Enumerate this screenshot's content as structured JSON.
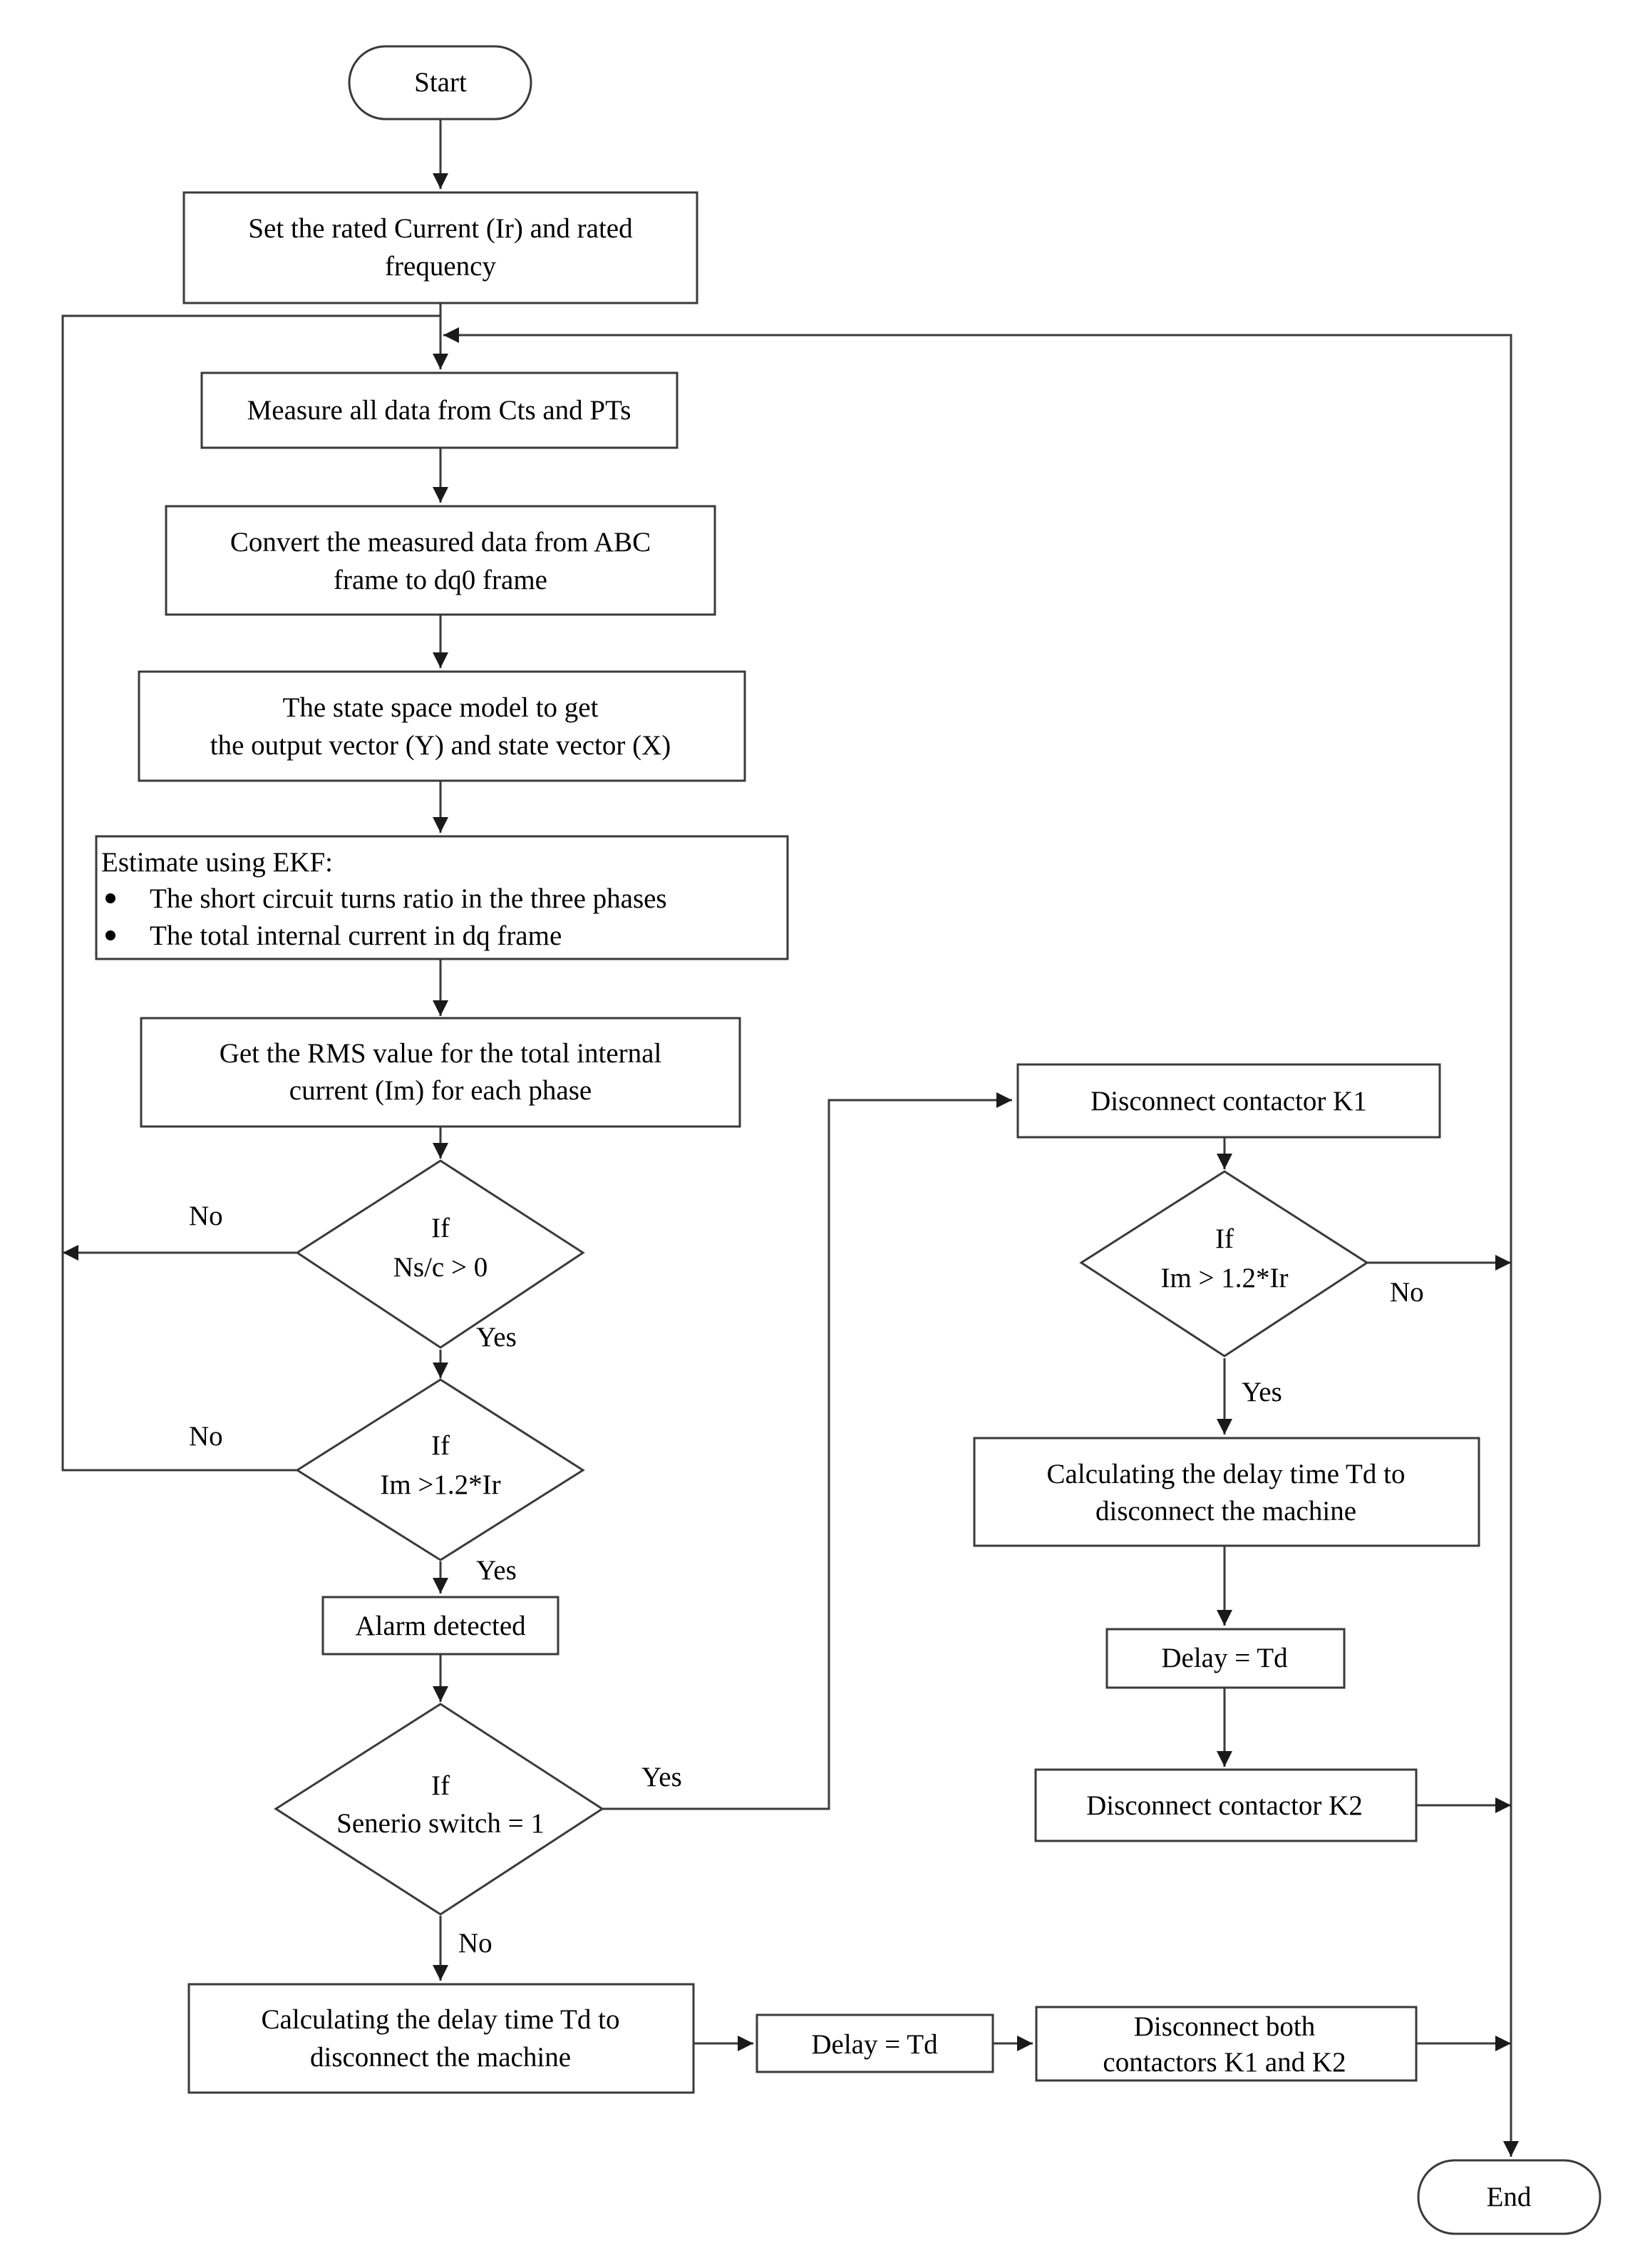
{
  "nodes": {
    "start": "Start",
    "set_rated": [
      "Set the rated Current (Ir) and rated",
      "frequency"
    ],
    "measure": "Measure all data from Cts and PTs",
    "convert": [
      "Convert the measured data from ABC",
      "frame to dq0 frame"
    ],
    "state_space": [
      "The state space model to get",
      "the output vector (Y) and state vector (X)"
    ],
    "ekf_title": "Estimate using EKF:",
    "ekf_items": [
      "The short circuit turns ratio in the three phases",
      "The total internal current in dq frame"
    ],
    "rms": [
      "Get the RMS value for the total internal",
      "current  (Im) for each phase"
    ],
    "if_ns": [
      "If",
      "Ns/c > 0"
    ],
    "if_im": [
      "If",
      "Im >1.2*Ir"
    ],
    "alarm": "Alarm detected",
    "if_scenario": [
      "If",
      "Senerio switch = 1"
    ],
    "calc_delay_left": [
      "Calculating the delay time Td to",
      "disconnect the machine"
    ],
    "delay_left": "Delay = Td",
    "disconnect_both": [
      "Disconnect both",
      "contactors K1 and K2"
    ],
    "disconnect_k1": "Disconnect contactor K1",
    "if_im_right": [
      "If",
      "Im > 1.2*Ir"
    ],
    "calc_delay_right": [
      "Calculating the delay time Td to",
      "disconnect the machine"
    ],
    "delay_right": "Delay = Td",
    "disconnect_k2": "Disconnect contactor K2",
    "end": "End"
  },
  "edge_labels": {
    "ns_no": "No",
    "ns_yes": "Yes",
    "im_no": "No",
    "im_yes": "Yes",
    "scenario_yes": "Yes",
    "scenario_no": "No",
    "im_right_no": "No",
    "im_right_yes": "Yes"
  }
}
